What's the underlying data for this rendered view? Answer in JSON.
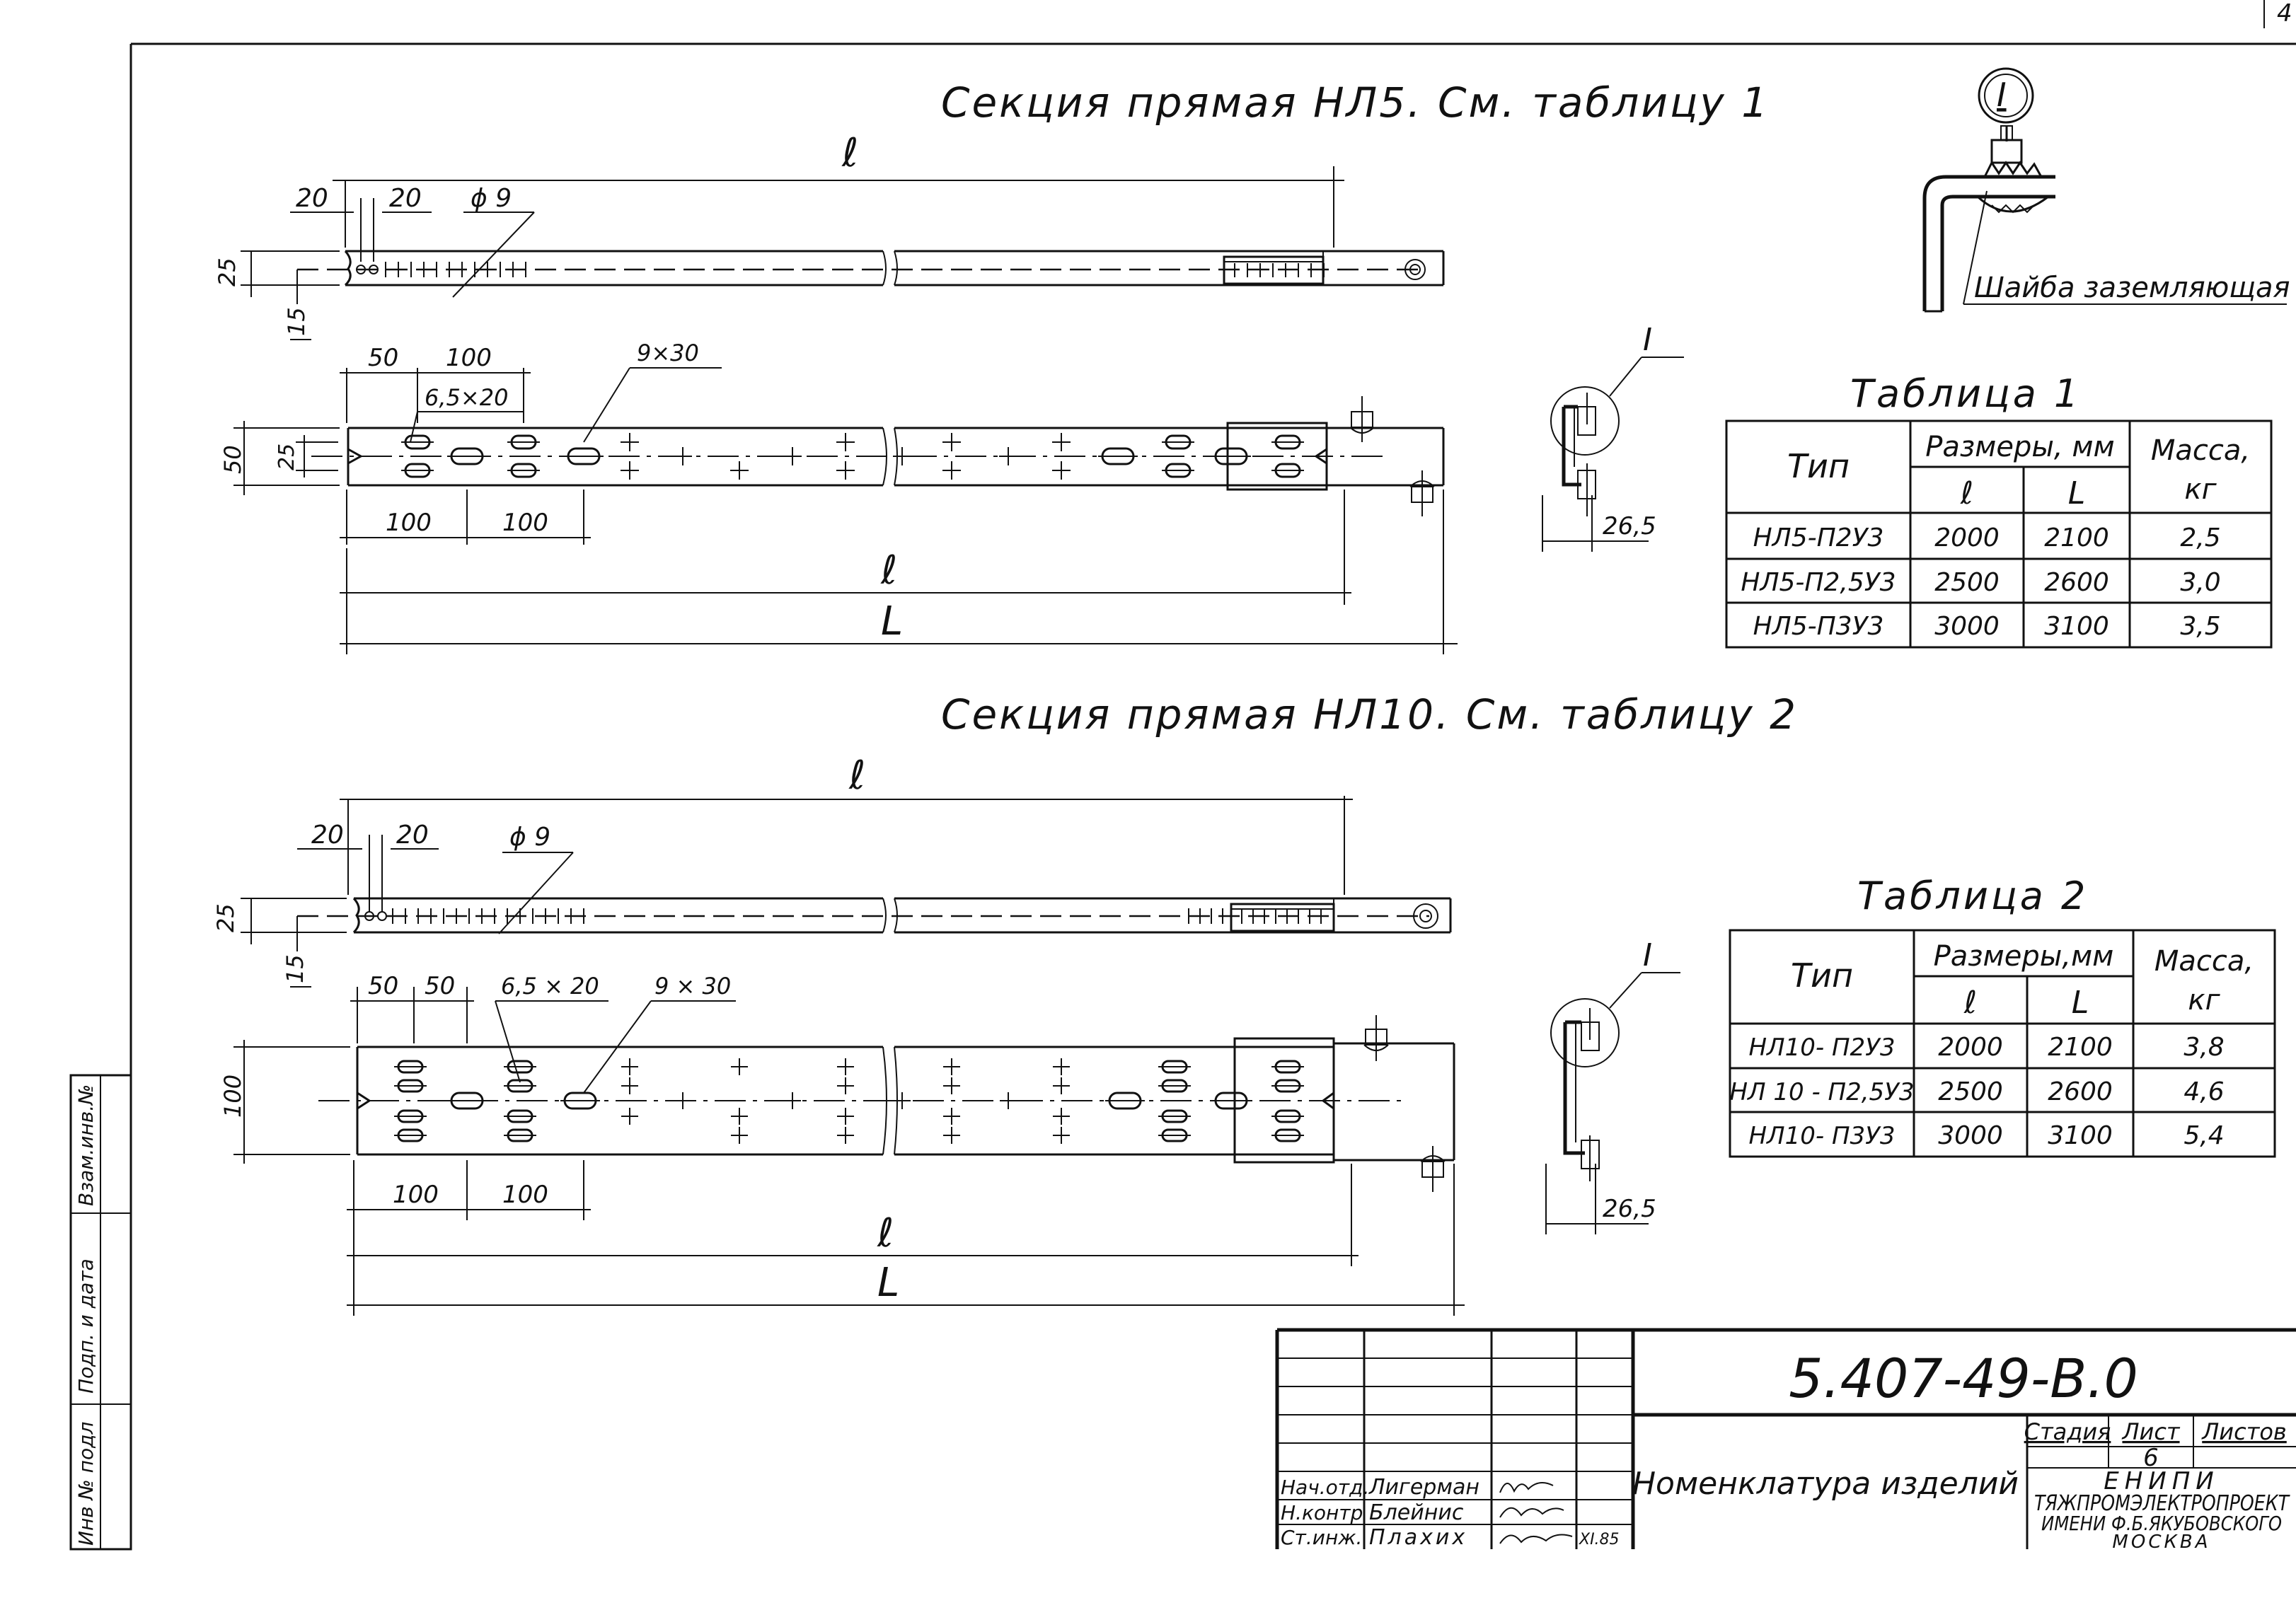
{
  "sheet": {
    "frame_corner_label": "4"
  },
  "section1": {
    "title": "Секция  прямая  НЛ5. См. таблицу 1",
    "dims": {
      "l_top": "ℓ",
      "d20a": "20",
      "d20b": "20",
      "phi": "ϕ 9",
      "h25": "25",
      "h15": "15",
      "d50": "50",
      "d100a": "100",
      "slot_small": "6,5×20",
      "slot_big": "9×30",
      "w50": "50",
      "w25": "25",
      "d100b": "100",
      "d100c": "100",
      "l_bottom": "ℓ",
      "L_bottom": "L"
    },
    "detail_label": "I",
    "detail_dim": "26,5"
  },
  "section2": {
    "title": "Секция  прямая  НЛ10. См. таблицу 2",
    "dims": {
      "l_top": "ℓ",
      "d20a": "20",
      "d20b": "20",
      "phi": "ϕ 9",
      "h25": "25",
      "h15": "15",
      "d50a": "50",
      "d50b": "50",
      "slot_small": "6,5 × 20",
      "slot_big": "9 × 30",
      "w100": "100",
      "d100b": "100",
      "d100c": "100",
      "l_bottom": "ℓ",
      "L_bottom": "L"
    },
    "detail_label": "I",
    "detail_dim": "26,5"
  },
  "detail_main": {
    "label": "I",
    "washer_caption": "Шайба заземляющая"
  },
  "table1": {
    "title": "Таблица 1",
    "header": {
      "type": "Тип",
      "sizes": "Размеры, мм",
      "l": "ℓ",
      "L": "L",
      "mass": "Масса,",
      "mass_unit": "кг"
    },
    "rows": [
      {
        "type": "НЛ5-П2У3",
        "l": "2000",
        "L": "2100",
        "mass": "2,5"
      },
      {
        "type": "НЛ5-П2,5У3",
        "l": "2500",
        "L": "2600",
        "mass": "3,0"
      },
      {
        "type": "НЛ5-П3У3",
        "l": "3000",
        "L": "3100",
        "mass": "3,5"
      }
    ]
  },
  "table2": {
    "title": "Таблица  2",
    "header": {
      "type": "Тип",
      "sizes": "Размеры,мм",
      "l": "ℓ",
      "L": "L",
      "mass": "Масса,",
      "mass_unit": "кг"
    },
    "rows": [
      {
        "type": "НЛ10- П2У3",
        "l": "2000",
        "L": "2100",
        "mass": "3,8"
      },
      {
        "type": "НЛ 10 - П2,5У3",
        "l": "2500",
        "L": "2600",
        "mass": "4,6"
      },
      {
        "type": "НЛ10- П3У3",
        "l": "3000",
        "L": "3100",
        "mass": "5,4"
      }
    ]
  },
  "side_stamp": {
    "inv_podl": "Инв № подл",
    "podp_data": "Подп. и дата",
    "vzam_inv": "Взам.инв.№"
  },
  "title_block": {
    "doc_code": "5.407-49-В.0",
    "doc_name": "Номенклатура  изделий",
    "stage_label": "Стадия",
    "sheet_label": "Лист",
    "sheets_label": "Листов",
    "sheet_no": "6",
    "org_line1": "ЕНИПИ",
    "org_line2": "ТЯЖПРОМЭЛЕКТРОПРОЕКТ",
    "org_line3": "ИМЕНИ Ф.Б.ЯКУБОВСКОГО",
    "org_line4": "МОСКВА",
    "date": "XI.85",
    "staff": [
      {
        "role": "Нач.отд.",
        "name": "Лигерман"
      },
      {
        "role": "Н.контр",
        "name": "Блейнис"
      },
      {
        "role": "Ст.инж.",
        "name": "Плахих"
      }
    ]
  }
}
